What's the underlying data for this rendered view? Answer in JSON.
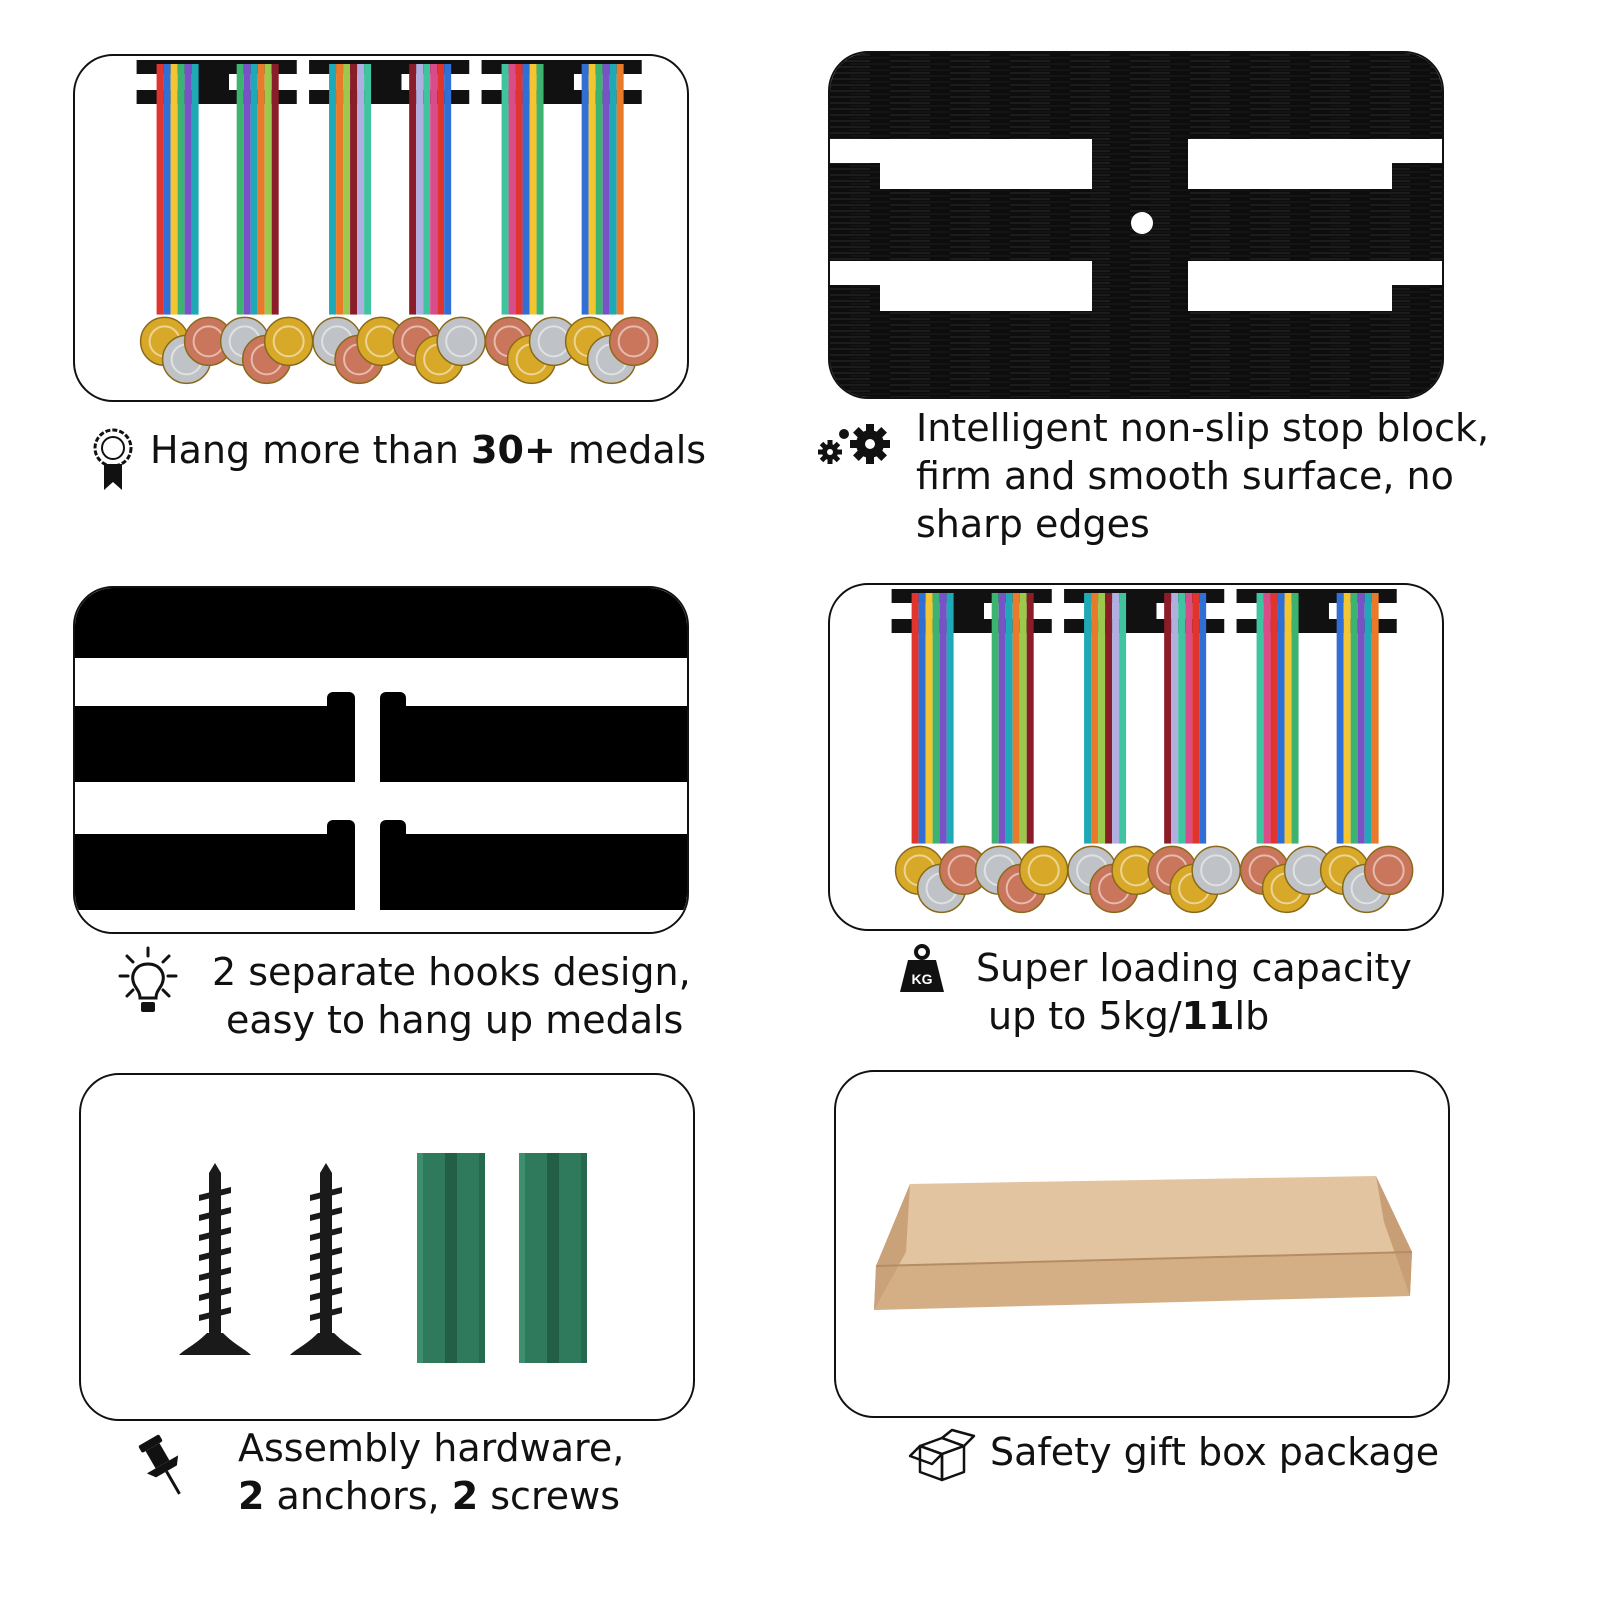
{
  "features": {
    "medals": {
      "pre": "Hang more than ",
      "bold": "30+",
      "post": " medals"
    },
    "stop_block": {
      "line1": "Intelligent non-slip stop block,",
      "line2": "firm and smooth surface, no",
      "line3": "sharp edges"
    },
    "hooks": {
      "line1": "2 separate hooks design,",
      "line2": "easy to hang up medals"
    },
    "capacity": {
      "line1": "Super loading capacity",
      "line2_pre": "up to 5kg/",
      "line2_bold": "11",
      "line2_post": "lb",
      "weight_icon_label": "KG"
    },
    "hardware": {
      "line1": "Assembly hardware,",
      "line2_a": "2",
      "line2_b": " anchors, ",
      "line2_c": "2",
      "line2_d": " screws"
    },
    "box": {
      "label": "Safety gift box package"
    }
  },
  "icons": {
    "medals": "award-ribbon-icon",
    "stop_block": "gears-icon",
    "hooks": "light-bulb-icon",
    "capacity": "weight-kg-icon",
    "hardware": "pushpin-icon",
    "box": "open-box-icon"
  },
  "colors": {
    "black_panel": "#0d0d0d",
    "cardboard": "#d9b690",
    "anchor_green": "#2f7a5c",
    "gold": "#d8a829",
    "silver": "#bfc3c7",
    "bronze": "#c9765c"
  }
}
